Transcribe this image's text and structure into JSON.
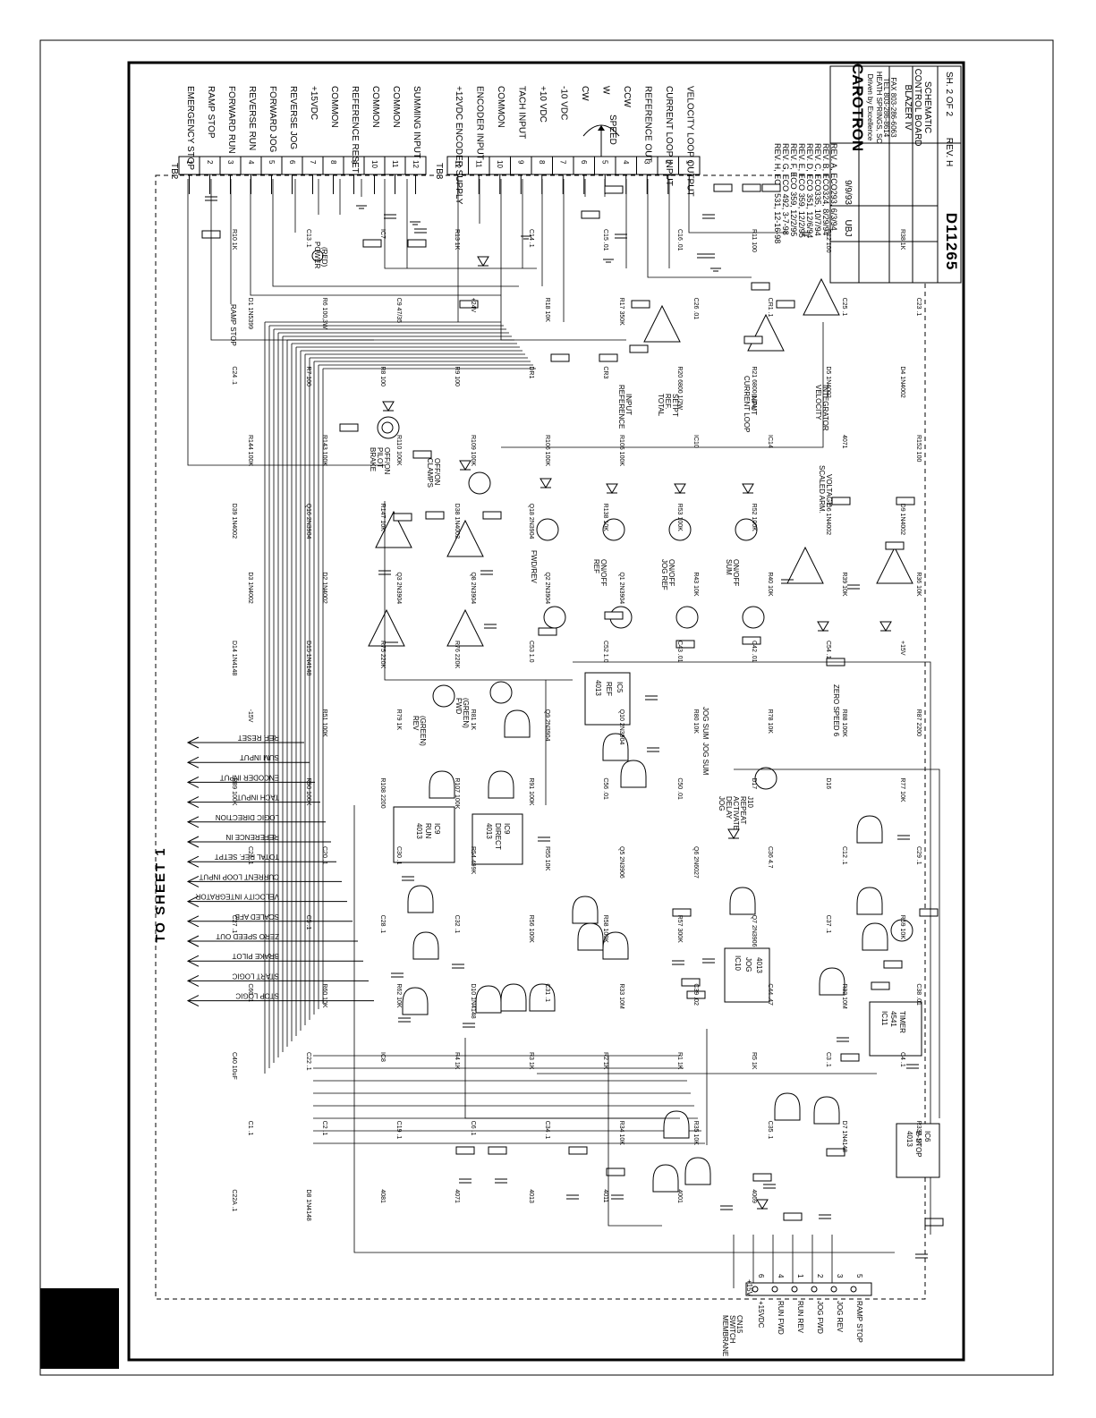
{
  "sheet_link": "TO SHEET 1",
  "tb2": {
    "name": "TB2",
    "terminals": [
      {
        "num": "1",
        "label": "EMERGENCY STOP"
      },
      {
        "num": "2",
        "label": "RAMP STOP"
      },
      {
        "num": "3",
        "label": "FORWARD RUN"
      },
      {
        "num": "4",
        "label": "REVERSE RUN"
      },
      {
        "num": "5",
        "label": "FORWARD JOG"
      },
      {
        "num": "6",
        "label": "REVERSE JOG"
      },
      {
        "num": "7",
        "label": "+15VDC"
      },
      {
        "num": "8",
        "label": "COMMON"
      },
      {
        "num": "9",
        "label": "REFERENCE RESET"
      },
      {
        "num": "10",
        "label": "COMMON"
      },
      {
        "num": "11",
        "label": "COMMON"
      },
      {
        "num": "12",
        "label": "SUMMING INPUT"
      }
    ]
  },
  "tb3": {
    "name": "TB3",
    "terminals": [
      {
        "num": "12",
        "label": "+12VDC ENCODER SUPPLY"
      },
      {
        "num": "11",
        "label": "ENCODER INPUT"
      },
      {
        "num": "10",
        "label": "COMMON"
      },
      {
        "num": "9",
        "label": "TACH INPUT"
      },
      {
        "num": "8",
        "label": "+10 VDC"
      },
      {
        "num": "7",
        "label": "-10 VDC"
      },
      {
        "num": "6",
        "label": "CW"
      },
      {
        "num": "5",
        "label": "W"
      },
      {
        "num": "4",
        "label": "CCW"
      },
      {
        "num": "3",
        "label": "REFERENCE OUT"
      },
      {
        "num": "2",
        "label": "CURRENT LOOP INPUT"
      },
      {
        "num": "1",
        "label": "VELOCITY LOOP OUTPUT"
      }
    ]
  },
  "speed_pot": "SPEED",
  "signals_to_sheet1": [
    "REF. RESET",
    "SUM INPUT",
    "ENCODER INPUT",
    "TACH INPUT",
    "LOGIC DIRECTION",
    "REFERENCE IN",
    "TOTAL REF. SETPT",
    "CURRENT LOOP INPUT",
    "VELOCITY INTEGRATOR",
    "SCALED AFB",
    "ZERO SPEED OUT",
    "BRAKE PILOT",
    "START LOGIC",
    "STOP LOGIC"
  ],
  "revisions": [
    "REV. H, ECO 531, 12-16-98",
    "REV. G, ECO 492, 3-7-98",
    "REV. F, ECO 359, 12/2/95",
    "REV. E, ECO 359, 12/2/95",
    "REV. D, ECO 351, 12/6/94",
    "REV. C, ECO335, 10/7/94",
    "REV. B, ECO324, 8/29/94",
    "REV. A, ECO293, 6/3/94"
  ],
  "title_block": {
    "brand": "CAROTRON",
    "tagline": "Driven by Excellence",
    "address": [
      "HEATH SPRINGS, SC",
      "TEL 803-286-8614",
      "FAX 803-286-6063"
    ],
    "drawn_by": "UBJ",
    "date": "9/9/93",
    "product": "BLAZER IV",
    "title_lines": [
      "CONTROL BOARD",
      "SCHEMATIC"
    ],
    "drawing_number": "D11265",
    "revision": "REV. H",
    "sheet": "SH. 2 OF 2"
  },
  "membrane_switch": {
    "title": [
      "MEMBRANE",
      "SWITCH",
      "CN15"
    ],
    "plus15": "+15V",
    "pins": [
      {
        "label": "+15VDC",
        "num": "6"
      },
      {
        "label": "RUN FWD",
        "num": "4"
      },
      {
        "label": "RUN REV",
        "num": "1"
      },
      {
        "label": "JOG FWD",
        "num": "2"
      },
      {
        "label": "JOG REV",
        "num": "3"
      },
      {
        "label": "RAMP STOP",
        "num": "5"
      }
    ]
  },
  "annotations": {
    "ramp_stop_relay": "RAMP STOP",
    "power_led": [
      "POWER",
      "(RED)"
    ],
    "brake_pilot_led": [
      "BRAKE",
      "PILOT",
      "OFF/ON"
    ],
    "clamps_led": [
      "CLAMPS",
      "OFF/ON"
    ],
    "fwd_rev_led": [
      "FWD/REV"
    ],
    "ref_led": [
      "REF",
      "ON/OFF"
    ],
    "jog_ref_led": [
      "JOG REF",
      "ON/OFF"
    ],
    "sum_led": [
      "SUM",
      "ON/OFF"
    ],
    "fwd_green": [
      "FWD",
      "(GREEN)"
    ],
    "rev_green": [
      "REV",
      "(GREEN)"
    ],
    "reference_input": [
      "REFERENCE",
      "INPUT"
    ],
    "total_ref_setpt": [
      "TOTAL",
      "REF.",
      "SETPT"
    ],
    "current_loop_input": [
      "CURRENT LOOP",
      "INPUT"
    ],
    "velocity_integrator": [
      "VELOCITY",
      "INTEGRATOR"
    ],
    "scaled_arm_voltage": [
      "SCALED ARM.",
      "VOLTAGE"
    ],
    "zero_speed": "ZERO SPEED 6",
    "jog_sum": [
      "JOG SUM",
      "JOG SUM"
    ],
    "jog_delay": [
      "JOG",
      "DELAY",
      "ACTIVATE",
      "REPEAT",
      "J10"
    ],
    "ic11_timer": [
      "IC11",
      "4541",
      "TIMER"
    ],
    "ic6_estop": [
      "4013",
      "E-STOP",
      "IC6"
    ],
    "ic9_run": [
      "4013",
      "RUN",
      "IC9"
    ],
    "ic9_direct": [
      "4013",
      "DIRECT",
      "IC9"
    ],
    "ic5_ref": [
      "4013",
      "REF",
      "IC5"
    ],
    "ic10_jog": [
      "IC10",
      "JOG",
      "4013"
    ]
  },
  "component_labels": [
    "R10 1K",
    "C13 .1",
    "IC7",
    "R13 1K",
    "C14 .1",
    "C15 .01",
    "C16 .01",
    "R11 100",
    "R12 100",
    "R38 1K",
    "D1 1N5399",
    "R6 100,3W",
    "C9 47/35",
    "+24V",
    "R18 10K",
    "R17 350K",
    "C26 .01",
    "CR1 .1",
    "C25 .1",
    "C23 .1",
    "C24 .1",
    "R7 100",
    "R8 100",
    "R9 100",
    "DR1",
    "CR3",
    "R20 6800 1/2W",
    "R21 6800 1/2W",
    "D5 1N4002",
    "D4 1N4002",
    "R144 100K",
    "R143 100K",
    "R110 100K",
    "R109 100K",
    "R106 100K",
    "R105 100K",
    "IC10",
    "IC14",
    "4071",
    "R152 100",
    "D39 1N4002",
    "Q16 2N3904",
    "R147 10K",
    "D38 1N4002",
    "Q18 2N3904",
    "R138 10K",
    "R53 100K",
    "R52 100K",
    "D6 1N4002",
    "D9 1N4002",
    "D3 1N4002",
    "D2 1N4002",
    "Q3 2N3904",
    "Q8 2N3904",
    "Q2 2N3904",
    "Q1 2N3904",
    "R43 10K",
    "R40 10K",
    "R39 10K",
    "R36 10K",
    "D14 1N4148",
    "D15 1N4148",
    "R75 220K",
    "R76 220K",
    "C53 1.0",
    "C52 1.0",
    "C43 .01",
    "C42 .01",
    "C54 .1",
    "+15V",
    "-15V",
    "R51 100K",
    "R79 1K",
    "R81 1K",
    "Q9 2N3904",
    "Q10 2N3904",
    "R80 10K",
    "R78 10K",
    "R88 100K",
    "R87 2200",
    "R89 100K",
    "R90 100K",
    "R108 2200",
    "R107 100K",
    "R91 100K",
    "C56 .01",
    "C50 .01",
    "D17",
    "D16",
    "R77 10K",
    "C21 .1",
    "C20 .1",
    "C30 .1",
    "R54 499K",
    "R55 10K",
    "Q5 2N3906",
    "Q6 2N6027",
    "C36 4.7",
    "C12 .1",
    "C29 .1",
    "C27 .1",
    "C5 .1",
    "C28 .1",
    "C32 .1",
    "R56 100K",
    "R58 100K",
    "R57 300K",
    "Q7 2N3906",
    "C37 .1",
    "R59 10K",
    "C60 .1",
    "R60 10K",
    "R62 10K",
    "D10 1N4148",
    "C31 .1",
    "R33 10M",
    "C39 .02",
    "C44 .47",
    "R32 10M",
    "C38 .01",
    "C40 10uF",
    "C22 .1",
    "IC8",
    "R4 1K",
    "R3 1K",
    "R2 1K",
    "R1 1K",
    "R5 1K",
    "C3 .1",
    "C4 .1",
    "C1 .1",
    "C2 .1",
    "C19 .1",
    "C6 .1",
    "C34 .1",
    "R34 10K",
    "R35 10K",
    "C35 .1",
    "D7 1N4148",
    "R33A 1K",
    "C22A .1",
    "D8 1N4148",
    "4081",
    "4071",
    "4013",
    "4011",
    "4001",
    "4069"
  ]
}
